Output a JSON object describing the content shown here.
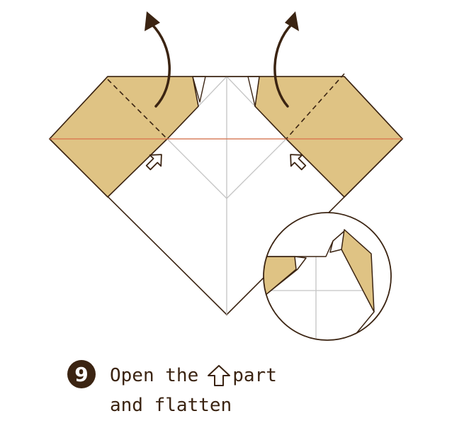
{
  "step": {
    "number": "9",
    "line1_before": "Open the",
    "line1_after": "part",
    "line2": "and flatten",
    "inline_icon": "up-arrow-outline-icon"
  },
  "colors": {
    "paper_fold": "#dfc384",
    "outline": "#3b2412",
    "crease": "#b9b9b9",
    "center_line": "#d9704a",
    "badge": "#3b2412"
  },
  "icons": {
    "lift_arrows": "curved-up-arrow-icon",
    "push_markers": "hollow-push-arrow-icon",
    "detail": "magnified-detail-circle"
  }
}
